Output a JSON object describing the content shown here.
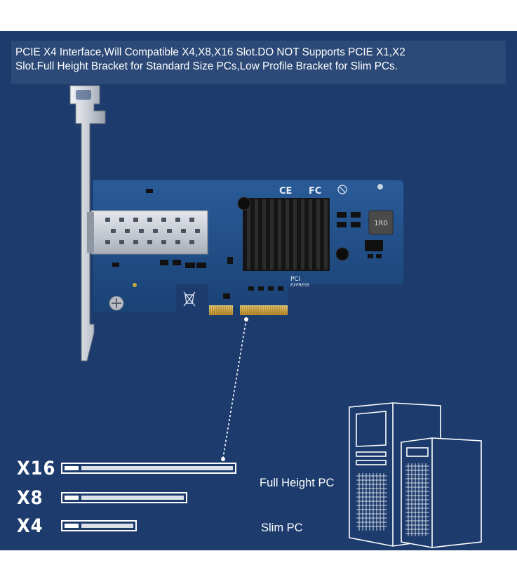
{
  "header": {
    "line1": "PCIE X4 Interface,Will Compatible X4,X8,X16 Slot.DO NOT Supports PCIE X1,X2",
    "line2": "Slot.Full Height Bracket for Standard Size PCs,Low Profile Bracket for Slim PCs."
  },
  "card": {
    "certifications": [
      "CE",
      "FC"
    ],
    "inductor_marking": "1R0",
    "logo_line1": "PCI",
    "logo_line2": "EXPRESS"
  },
  "slots": [
    {
      "label": "X16"
    },
    {
      "label": "X8"
    },
    {
      "label": "X4"
    }
  ],
  "pcs": {
    "full_height": "Full Height PC",
    "slim": "Slim PC"
  },
  "colors": {
    "background": "#1d3c6d",
    "pcb": "#1f4f8a",
    "heatsink": "#1a1a1a",
    "gold_fingers": "#d8b24a",
    "text": "#ffffff"
  }
}
